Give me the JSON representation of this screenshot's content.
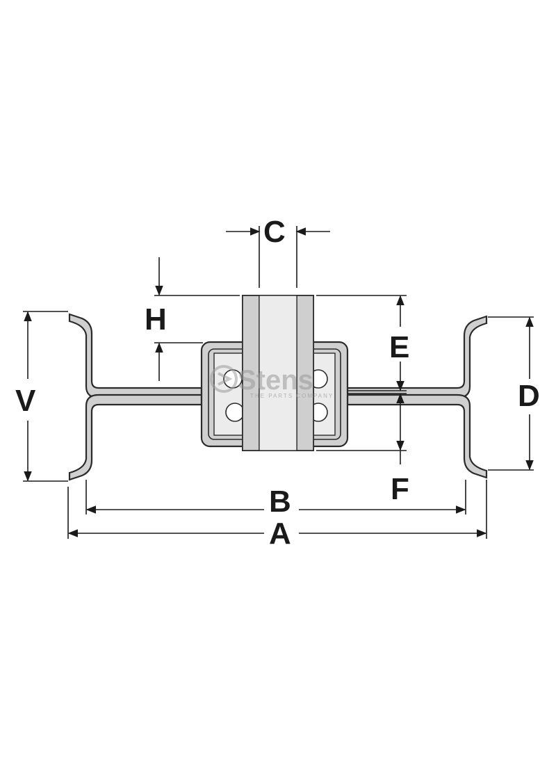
{
  "labels": {
    "A": "A",
    "B": "B",
    "C": "C",
    "D": "D",
    "E": "E",
    "F": "F",
    "H": "H",
    "V": "V"
  },
  "watermark": {
    "brand": "Stens",
    "tagline": "THE PARTS COMPANY"
  },
  "colors": {
    "line": "#1a1a1a",
    "fill": "#d0d0d0",
    "hub": "#dcdcdc",
    "watermark": "#9a9a9a"
  }
}
